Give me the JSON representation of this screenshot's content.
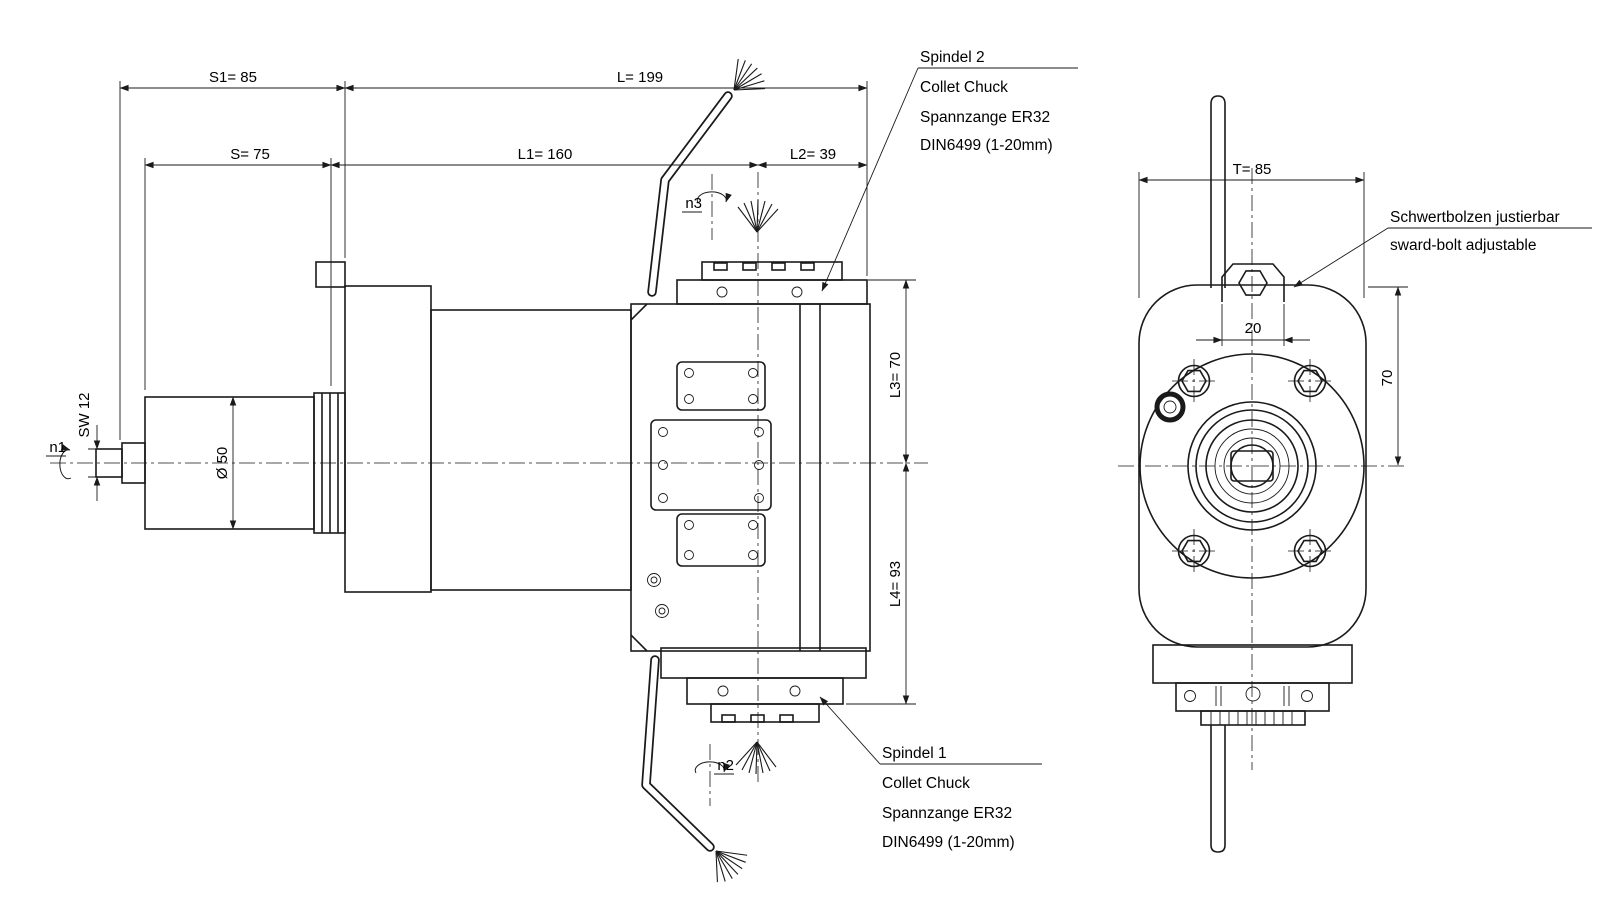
{
  "drawing": {
    "colors": {
      "line": "#1a1a1a",
      "background": "#ffffff"
    },
    "side_view": {
      "dims": {
        "s1": "S1= 85",
        "l": "L= 199",
        "s": "S= 75",
        "l1": "L1= 160",
        "l2": "L2= 39",
        "l3": "L3= 70",
        "l4": "L4= 93",
        "sw12": "SW 12",
        "dia50": "Ø 50"
      },
      "speeds": {
        "n1": "n1",
        "n2": "n2",
        "n3": "n3"
      }
    },
    "front_view": {
      "dims": {
        "t": "T= 85",
        "w20": "20",
        "h70": "70"
      }
    },
    "callouts": {
      "spindle2": {
        "title": "Spindel 2",
        "line2": "Collet Chuck",
        "line3": "Spannzange ER32",
        "line4": "DIN6499 (1-20mm)"
      },
      "spindle1": {
        "title": "Spindel 1",
        "line2": "Collet Chuck",
        "line3": "Spannzange ER32",
        "line4": "DIN6499 (1-20mm)"
      },
      "sword_bolt": {
        "title": "Schwertbolzen justierbar",
        "subtitle": "sward-bolt adjustable"
      }
    }
  }
}
